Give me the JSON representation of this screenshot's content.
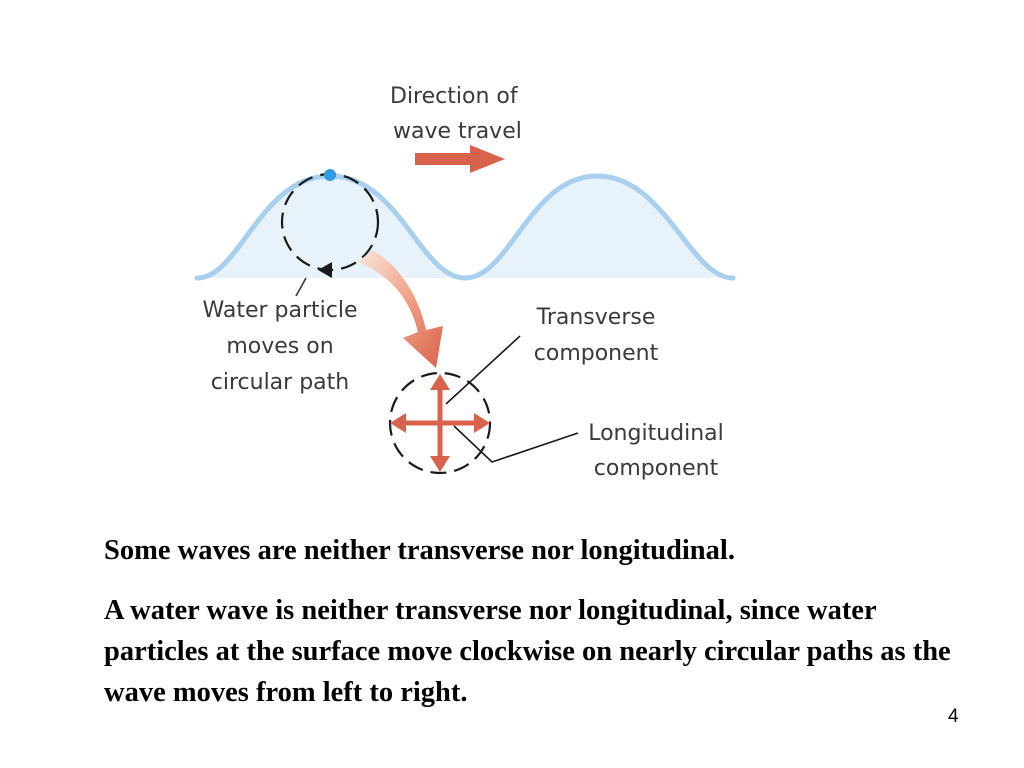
{
  "diagram": {
    "labels": {
      "direction_line1": "Direction of",
      "direction_line2": "wave travel",
      "particle_line1": "Water particle",
      "particle_line2": "moves on",
      "particle_line3": "circular path",
      "transverse_line1": "Transverse",
      "transverse_line2": "component",
      "longitudinal_line1": "Longitudinal",
      "longitudinal_line2": "component"
    },
    "colors": {
      "wave_line": "#a9cfee",
      "wave_fill": "#e7f2fb",
      "particle_dot": "#2f9be0",
      "arrow_red": "#d9624c",
      "circle_dash": "#1a1a1a"
    }
  },
  "text": {
    "paragraph1": "Some waves are neither transverse nor longitudinal.",
    "paragraph2": "A water wave is neither transverse nor longitudinal, since water particles at the surface move clockwise on nearly circular paths as the wave moves from left to right."
  },
  "page_number": "4"
}
